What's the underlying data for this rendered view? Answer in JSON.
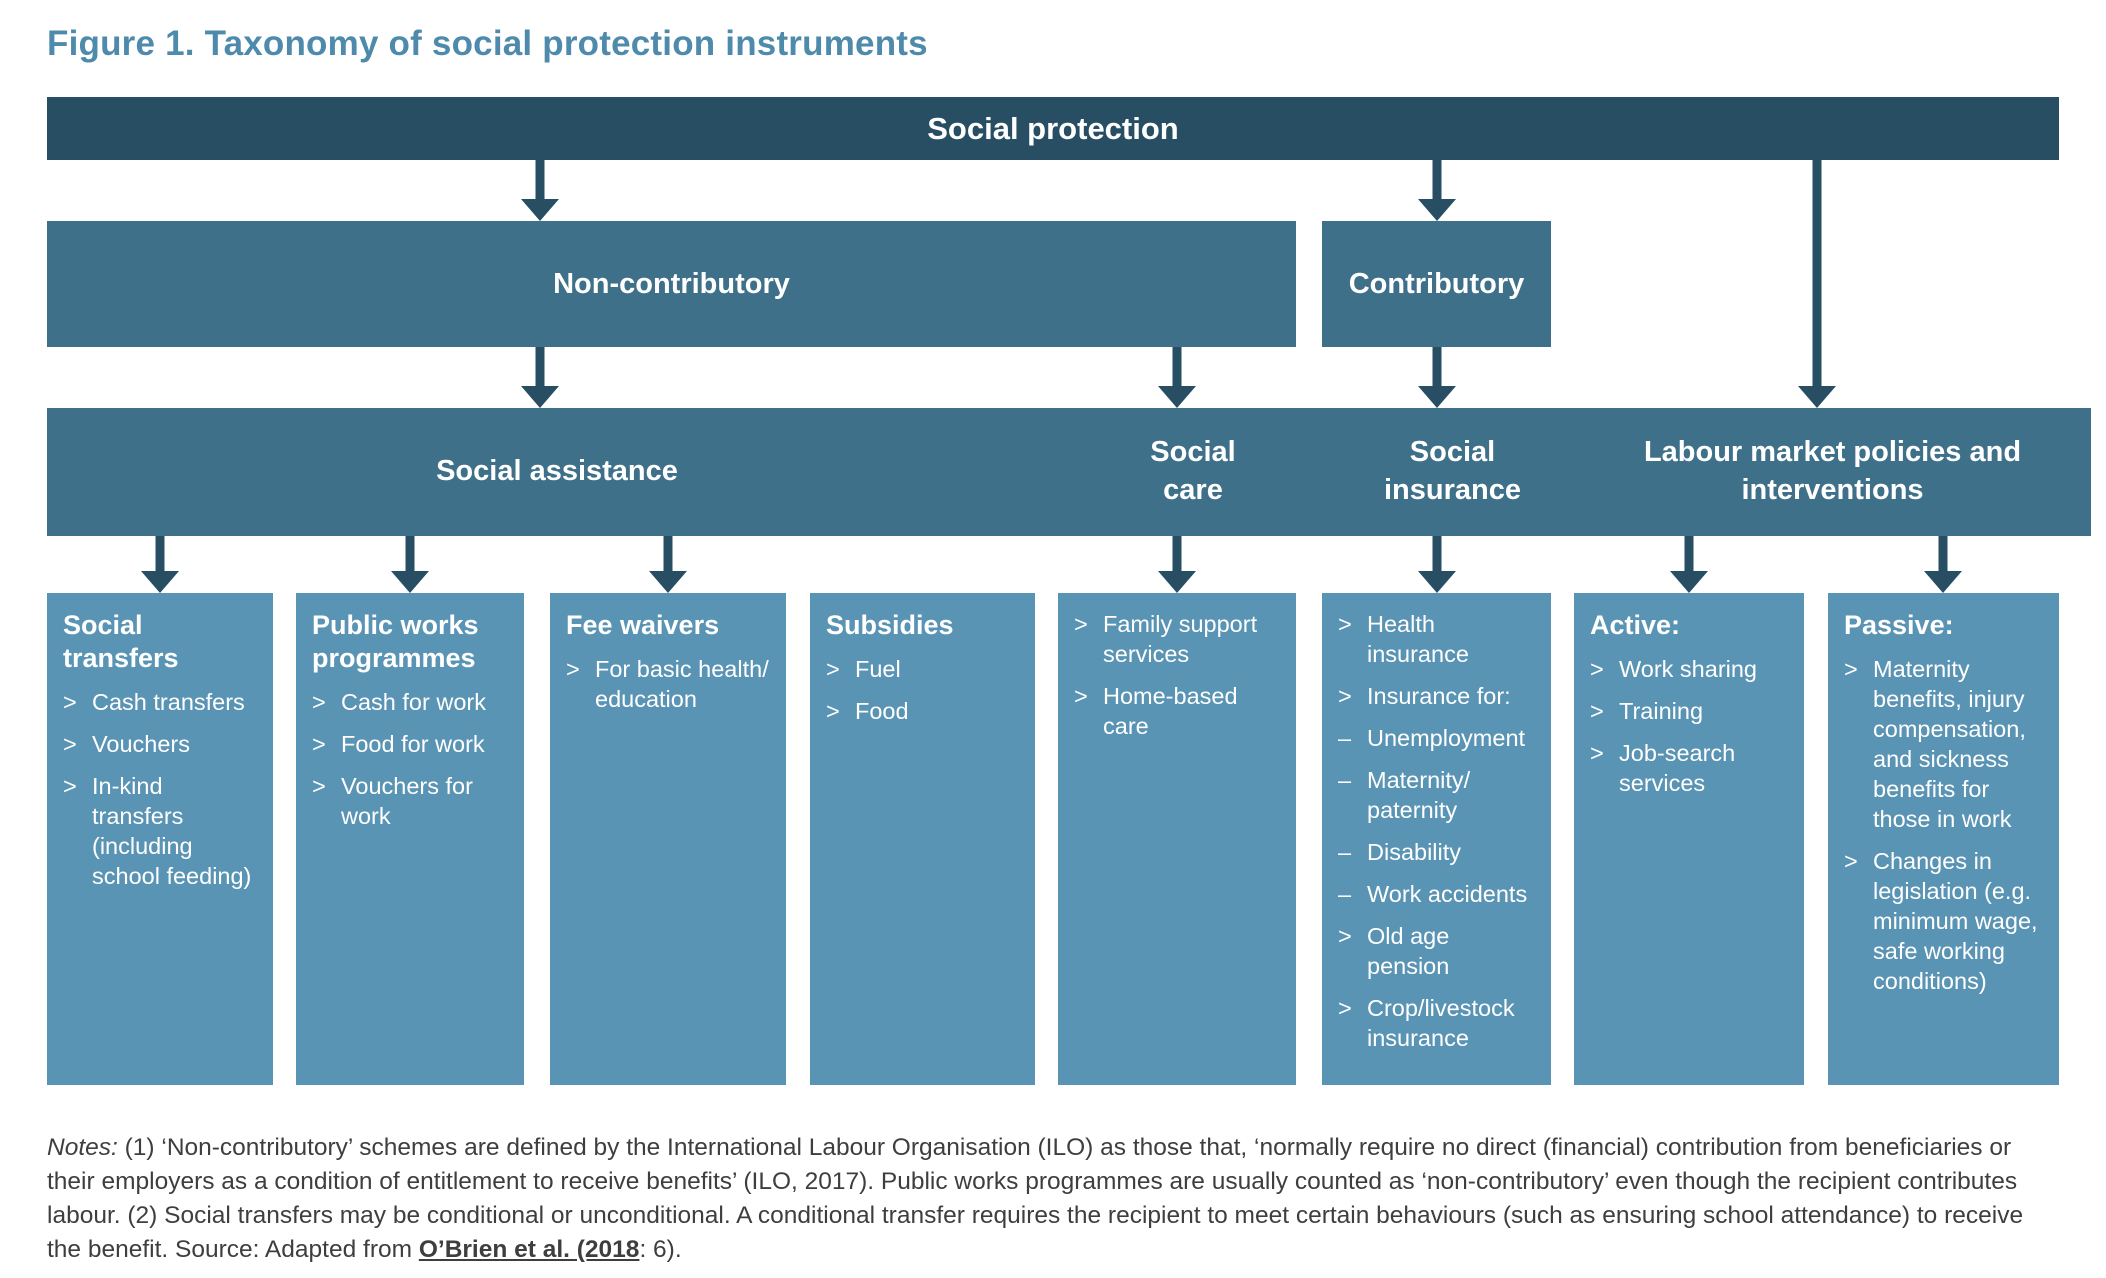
{
  "title": "Figure 1. Taxonomy of social protection instruments",
  "root": {
    "label": "Social protection"
  },
  "branches": {
    "non_contributory": {
      "label": "Non-contributory"
    },
    "contributory": {
      "label": "Contributory"
    }
  },
  "categories": {
    "social_assistance": {
      "label": "Social assistance"
    },
    "social_care": {
      "label": "Social care"
    },
    "social_insurance": {
      "label": "Social insurance"
    },
    "labour_market": {
      "label": "Labour market policies and interventions"
    }
  },
  "columns": [
    {
      "heading": "Social transfers",
      "items": [
        {
          "marker": ">",
          "text": "Cash transfers"
        },
        {
          "marker": ">",
          "text": "Vouchers"
        },
        {
          "marker": ">",
          "text": "In-kind transfers (including school feeding)"
        }
      ]
    },
    {
      "heading": "Public works programmes",
      "items": [
        {
          "marker": ">",
          "text": "Cash for work"
        },
        {
          "marker": ">",
          "text": "Food for work"
        },
        {
          "marker": ">",
          "text": "Vouchers for work"
        }
      ]
    },
    {
      "heading": "Fee waivers",
      "items": [
        {
          "marker": ">",
          "text": "For basic health/ education"
        }
      ]
    },
    {
      "heading": "Subsidies",
      "items": [
        {
          "marker": ">",
          "text": "Fuel"
        },
        {
          "marker": ">",
          "text": "Food"
        }
      ]
    },
    {
      "heading": "",
      "items": [
        {
          "marker": ">",
          "text": "Family support services"
        },
        {
          "marker": ">",
          "text": "Home-based care"
        }
      ]
    },
    {
      "heading": "",
      "items": [
        {
          "marker": ">",
          "text": "Health insurance"
        },
        {
          "marker": ">",
          "text": "Insurance for:"
        },
        {
          "marker": "–",
          "text": "Unemployment"
        },
        {
          "marker": "–",
          "text": "Maternity/ paternity"
        },
        {
          "marker": "–",
          "text": "Disability"
        },
        {
          "marker": "–",
          "text": "Work accidents"
        },
        {
          "marker": ">",
          "text": "Old age pension"
        },
        {
          "marker": ">",
          "text": "Crop/livestock insurance"
        }
      ]
    },
    {
      "heading": "Active:",
      "items": [
        {
          "marker": ">",
          "text": "Work sharing"
        },
        {
          "marker": ">",
          "text": "Training"
        },
        {
          "marker": ">",
          "text": "Job-search services"
        }
      ]
    },
    {
      "heading": "Passive:",
      "items": [
        {
          "marker": ">",
          "text": "Maternity benefits, injury compensation, and sickness benefits for those in work"
        },
        {
          "marker": ">",
          "text": "Changes in legislation (e.g. minimum wage, safe working conditions)"
        }
      ]
    }
  ],
  "notes": {
    "label": "Notes:",
    "body": " (1) ‘Non-contributory’ schemes are defined by the International Labour Organisation (ILO) as those that, ‘normally require no direct (financial) contribution from beneficiaries or their employers as a condition of entitlement to receive benefits’ (ILO, 2017). Public works programmes are usually counted as ‘non-contributory’ even though the recipient contributes labour. (2) Social transfers may be conditional or unconditional. A conditional transfer requires the recipient to meet certain behaviours (such as ensuring school attendance) to receive the benefit. Source: Adapted from ",
    "source_link": "O’Brien et al. (2018",
    "source_suffix": ": 6)."
  },
  "colors": {
    "dark_teal": "#274E63",
    "mid_teal": "#3E7089",
    "light_teal": "#5A94B4",
    "title_blue": "#4E8AAB",
    "notes_gray": "#3E3E3E"
  }
}
